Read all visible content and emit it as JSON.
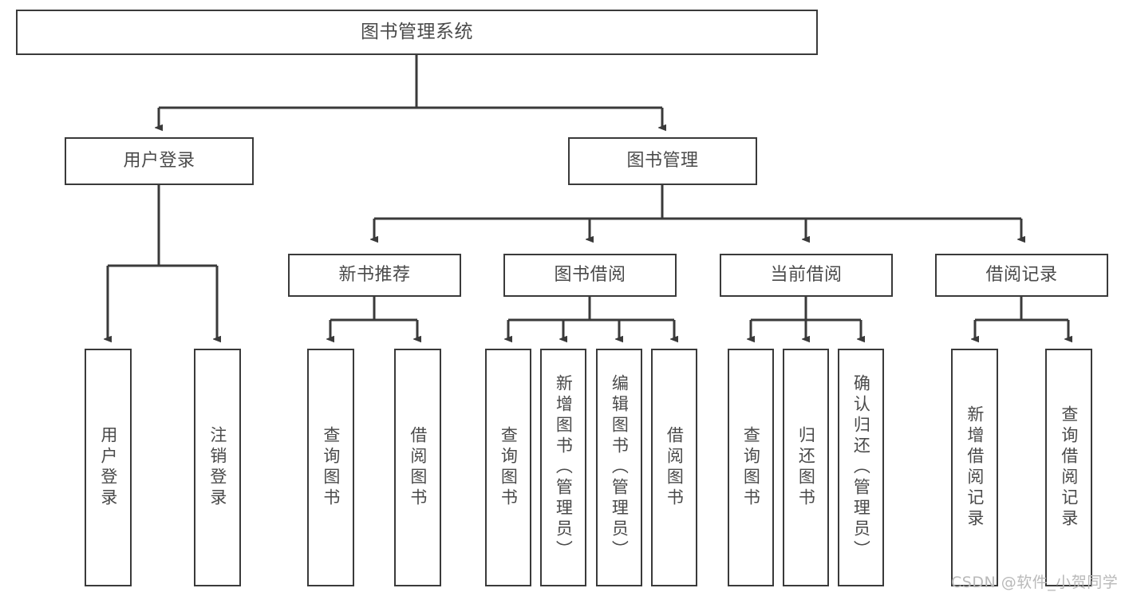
{
  "diagram": {
    "title": "图书管理系统",
    "type": "tree-hierarchy-chart",
    "orientation": "top-down",
    "colors": {
      "box_border": "#3a3a3a",
      "box_fill": "#ffffff",
      "connector": "#3a3a3a",
      "text": "#4a4a4a",
      "background": "#ffffff",
      "watermark": "#b9b9b9"
    }
  },
  "root": {
    "label": "图书管理系统"
  },
  "level2": [
    {
      "label": "用户登录"
    },
    {
      "label": "图书管理"
    }
  ],
  "level3": [
    {
      "label": "新书推荐"
    },
    {
      "label": "图书借阅"
    },
    {
      "label": "当前借阅"
    },
    {
      "label": "借阅记录"
    }
  ],
  "leaves": {
    "user_login": [
      {
        "label": "用户登录"
      },
      {
        "label": "注销登录"
      }
    ],
    "new_book_recommend": [
      {
        "label": "查询图书"
      },
      {
        "label": "借阅图书"
      }
    ],
    "book_borrow": [
      {
        "label": "查询图书"
      },
      {
        "label": "新增图书（管理员）"
      },
      {
        "label": "编辑图书（管理员）"
      },
      {
        "label": "借阅图书"
      }
    ],
    "current_borrow": [
      {
        "label": "查询图书"
      },
      {
        "label": "归还图书"
      },
      {
        "label": "确认归还（管理员）"
      }
    ],
    "borrow_record": [
      {
        "label": "新增借阅记录"
      },
      {
        "label": "查询借阅记录"
      }
    ]
  },
  "watermark": {
    "text": "CSDN @软件_小贺同学"
  }
}
